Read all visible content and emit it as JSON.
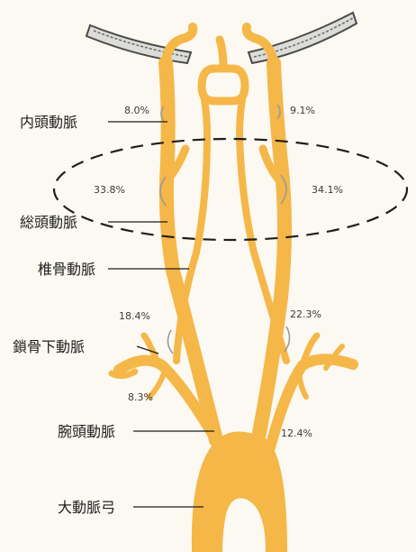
{
  "labels": {
    "internal_carotid": "内頭動脈",
    "common_carotid": "総頭動脈",
    "vertebral": "椎骨動脈",
    "subclavian": "鎖骨下動脈",
    "brachiocephalic": "腕頭動脈",
    "aortic_arch": "大動脈弓"
  },
  "percentages": {
    "left_internal": "8.0%",
    "right_internal": "9.1%",
    "left_bifurcation": "33.8%",
    "right_bifurcation": "34.1%",
    "left_vertebral_origin": "18.4%",
    "right_vertebral_origin": "22.3%",
    "left_subclavian": "8.3%",
    "brachiocephalic": "12.4%"
  },
  "colors": {
    "artery": "#f5b748",
    "artery_outline": "#c98a22",
    "lesion_marker": "#b5b5b5",
    "background": "#fbf9f1"
  }
}
